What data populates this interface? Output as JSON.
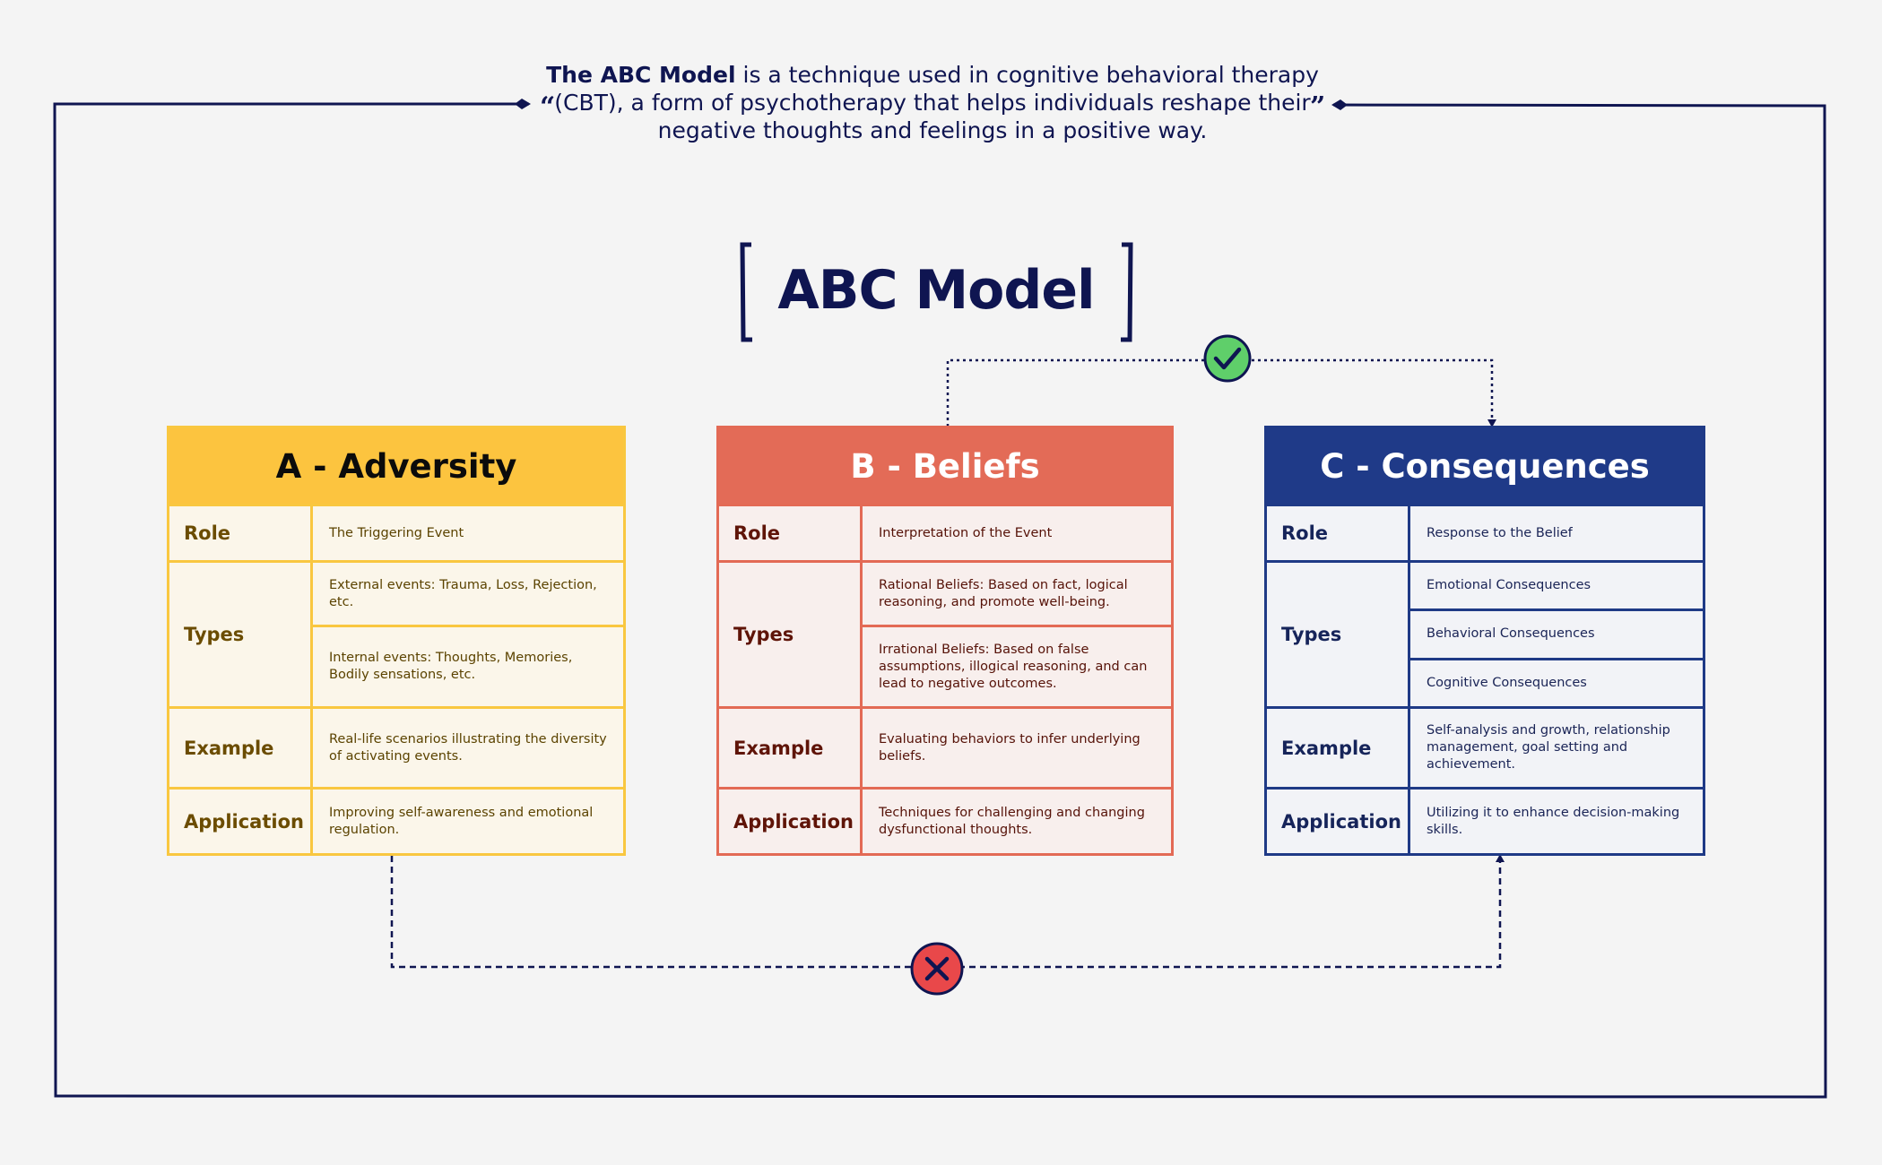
{
  "intro": {
    "emphasis": "The ABC Model",
    "text": " is a technique used in cognitive behavioral therapy (CBT), a form of psychotherapy that helps individuals reshape their negative thoughts and feelings in a positive way.",
    "open_quote": "“",
    "close_quote": "”"
  },
  "title": "ABC Model",
  "colors": {
    "navy": "#0f1551",
    "adversity": "#fcc43f",
    "beliefs": "#e36b57",
    "consequences": "#1f3a88",
    "check_green": "#5fcf6a",
    "cross_red": "#e9484a"
  },
  "connectors": {
    "top_icon": "check-icon",
    "bottom_icon": "cross-icon"
  },
  "cards": {
    "adversity": {
      "heading": "A - Adversity",
      "role_label": "Role",
      "role": "The Triggering Event",
      "types_label": "Types",
      "types": [
        "External events: Trauma, Loss, Rejection, etc.",
        "Internal events: Thoughts, Memories, Bodily sensations, etc."
      ],
      "example_label": "Example",
      "example": "Real-life scenarios illustrating the diversity of activating events.",
      "application_label": "Application",
      "application": "Improving self-awareness and emotional regulation."
    },
    "beliefs": {
      "heading": "B - Beliefs",
      "role_label": "Role",
      "role": "Interpretation of the Event",
      "types_label": "Types",
      "types": [
        "Rational Beliefs: Based on fact, logical reasoning, and promote well-being.",
        "Irrational Beliefs: Based on false assumptions, illogical reasoning, and can lead to negative outcomes."
      ],
      "example_label": "Example",
      "example": "Evaluating behaviors to infer underlying beliefs.",
      "application_label": "Application",
      "application": "Techniques for challenging and changing dysfunctional thoughts."
    },
    "consequences": {
      "heading": "C - Consequences",
      "role_label": "Role",
      "role": "Response to the Belief",
      "types_label": "Types",
      "types": [
        "Emotional Consequences",
        "Behavioral Consequences",
        "Cognitive Consequences"
      ],
      "example_label": "Example",
      "example": "Self-analysis and growth, relationship management, goal setting and achievement.",
      "application_label": "Application",
      "application": "Utilizing it to enhance decision-making skills."
    }
  }
}
